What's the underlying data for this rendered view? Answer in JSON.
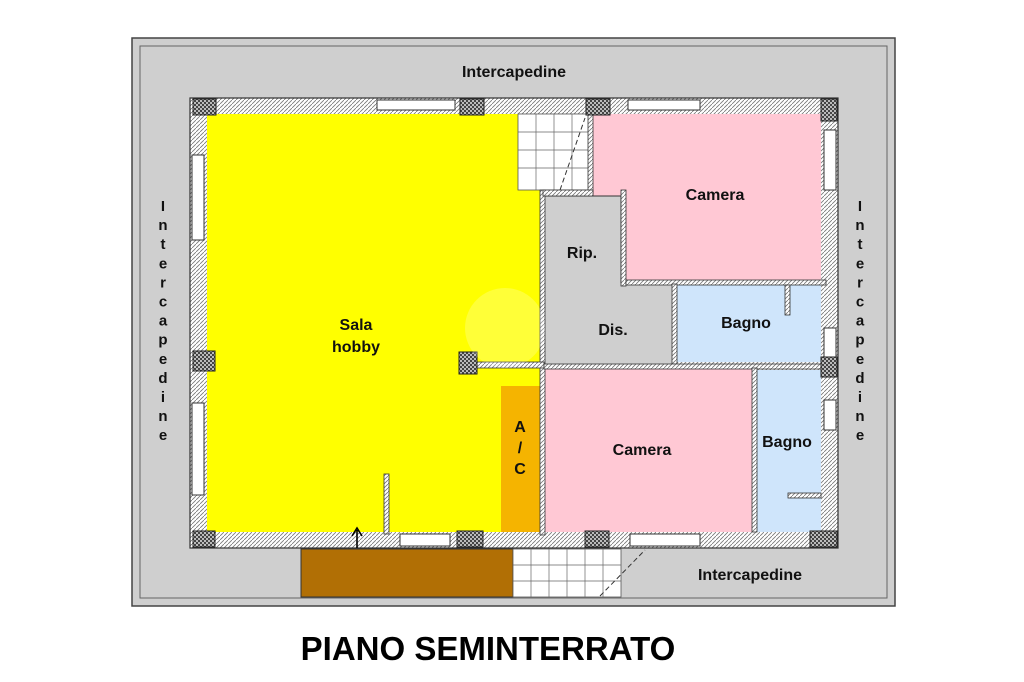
{
  "title": "PIANO SEMINTERRATO",
  "colors": {
    "intercapedine": "#cfcfcf",
    "sala_hobby": "#ffff00",
    "ac": "#f5b400",
    "camera": "#ffc8d4",
    "bagno": "#cfe5fb",
    "ripostiglio": "#cfcfcf",
    "disimpegno": "#cfcfcf",
    "esterno": "#b16f05",
    "wall": "#ffffff",
    "pillar": "#3a3a3a"
  },
  "labels": {
    "intercapedine_top": "Intercapedine",
    "intercapedine_left": "Intercapedine",
    "intercapedine_right": "Intercapedine",
    "intercapedine_bottom": "Intercapedine",
    "sala_line1": "Sala",
    "sala_line2": "hobby",
    "ac_line1": "A",
    "ac_line2": "/",
    "ac_line3": "C",
    "camera_top": "Camera",
    "camera_bottom": "Camera",
    "rip": "Rip.",
    "dis": "Dis.",
    "bagno_top": "Bagno",
    "bagno_bottom": "Bagno"
  }
}
